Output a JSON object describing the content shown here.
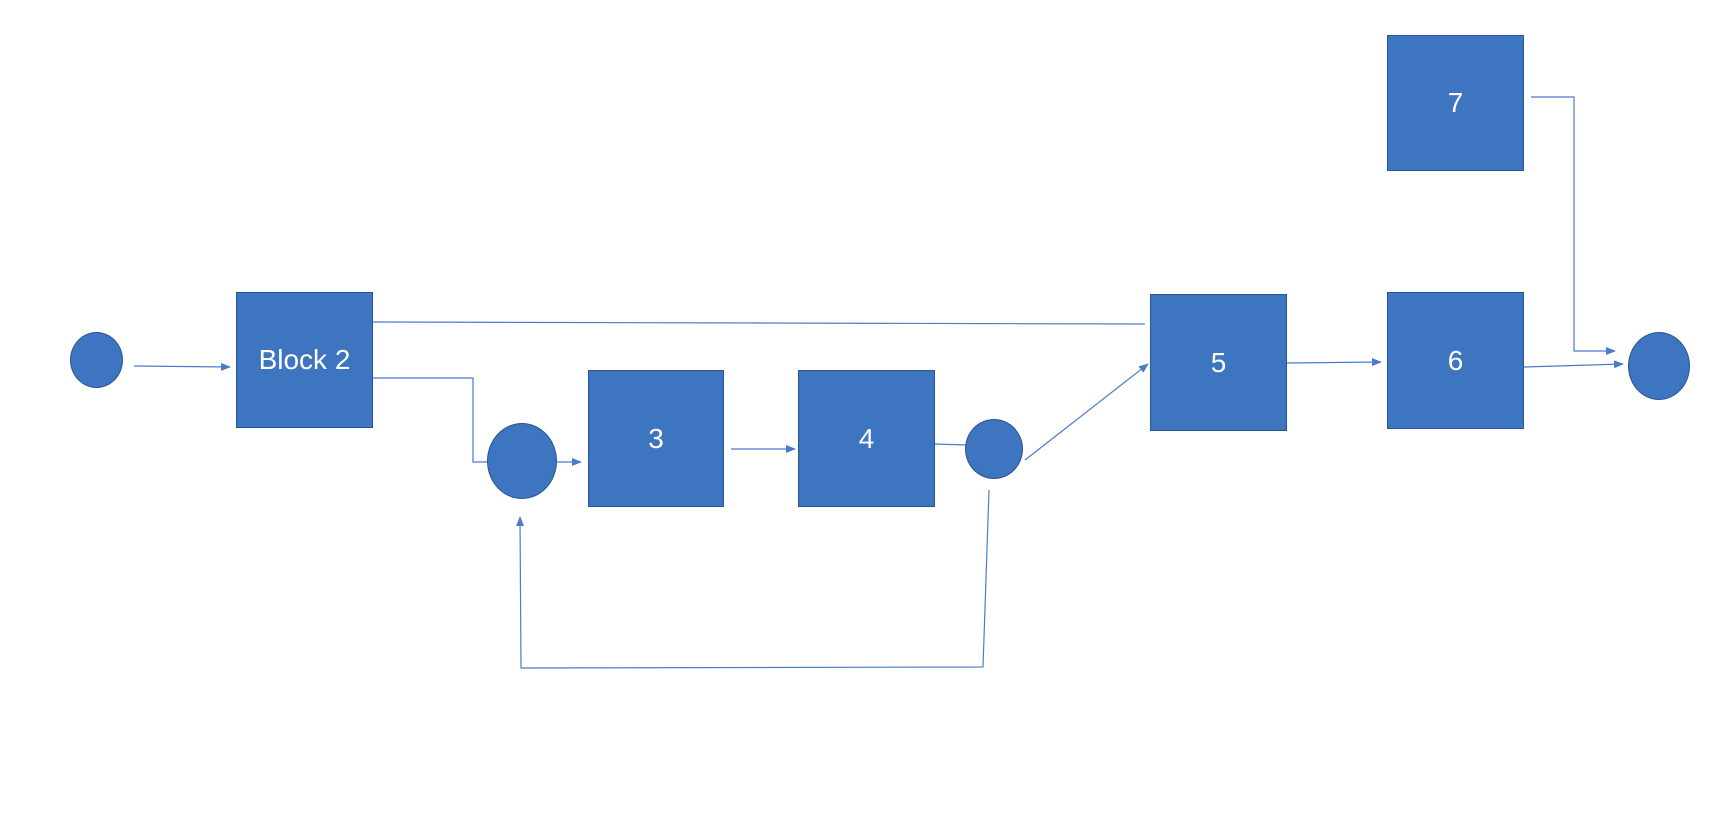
{
  "colors": {
    "block_fill": "#3d75c1",
    "block_border": "#2b5590",
    "wire": "#4a7cc9",
    "label": "#ffffff"
  },
  "blocks": {
    "block2": "Block 2",
    "block3": "3",
    "block4": "4",
    "block5": "5",
    "block6": "6",
    "block7": "7"
  }
}
